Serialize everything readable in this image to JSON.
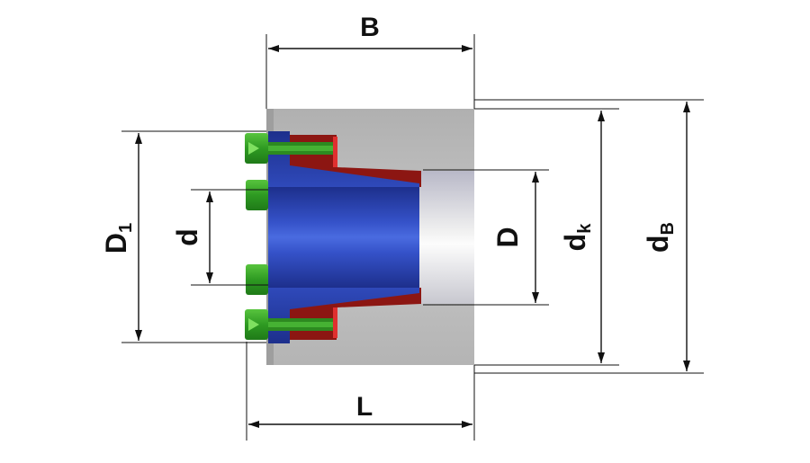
{
  "labels": {
    "B": "B",
    "L": "L",
    "D1": "D",
    "D1_sub": "1",
    "d": "d",
    "D": "D",
    "dk": "d",
    "dk_sub": "k",
    "dB": "d",
    "dB_sub": "B"
  },
  "colors": {
    "housing": "#bdbdbd",
    "inner_ring": "#2b3fa0",
    "cone_ring": "#8c1612",
    "screw": "#2f9a24",
    "bore_shine": "#e6e6e6"
  }
}
